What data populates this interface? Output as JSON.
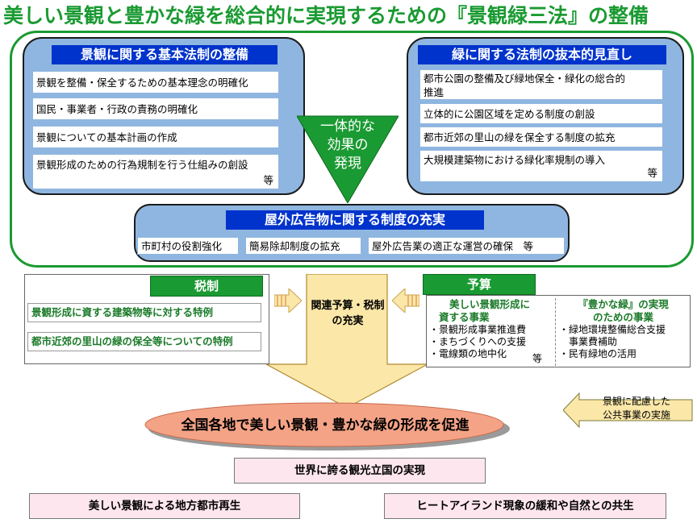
{
  "title": "美しい景観と豊かな緑を総合的に実現するための『景観緑三法』の整備",
  "left_panel": {
    "header": "景観に関する基本法制の整備",
    "items": [
      "景観を整備・保全するための基本理念の明確化",
      "国民・事業者・行政の責務の明確化",
      "景観についての基本計画の作成",
      "景観形成のための行為規制を行う仕組みの創設"
    ],
    "etc": "等"
  },
  "right_panel": {
    "header": "緑に関する法制の抜本的見直し",
    "item1_line1": "都市公園の整備及び緑地保全・緑化の総合的",
    "item1_line2": "推進",
    "item2": "立体的に公園区域を定める制度の創設",
    "item3": "都市近郊の里山の緑を保全する制度の拡充",
    "item4": "大規模建築物における緑化率規制の導入",
    "etc": "等"
  },
  "center": {
    "line1": "一体的な",
    "line2": "効果の",
    "line3": "発現"
  },
  "bottom_panel": {
    "header": "屋外広告物に関する制度の充実",
    "items": [
      "市町村の役割強化",
      "簡易除却制度の拡充",
      "屋外広告業の適正な運営の確保　等"
    ]
  },
  "tax": {
    "label": "税制",
    "items": [
      "景観形成に資する建築物等に対する特例",
      "都市近郊の里山の緑の保全等についての特例"
    ]
  },
  "middle": {
    "line1": "関連予算・税制",
    "line2": "の充実"
  },
  "budget": {
    "label": "予算",
    "left_head_line1": "美しい景観形成に",
    "left_head_line2": "資する事業",
    "left_items": [
      "・景観形成事業推進費",
      "・まちづくりへの支援",
      "・電線類の地中化"
    ],
    "left_etc": "等",
    "right_head_line1": "『豊かな緑』の実現",
    "right_head_line2": "のための事業",
    "right_items": [
      "・緑地環境整備総合支援",
      "　事業費補助",
      "・民有緑地の活用"
    ]
  },
  "side_note": {
    "line1": "景観に配慮した",
    "line2": "公共事業の実施"
  },
  "ellipse": "全国各地で美しい景観・豊かな緑の形成を促進",
  "result_top": "世界に誇る観光立国の実現",
  "result_left": "美しい景観による地方都市再生",
  "result_right": "ヒートアイランド現象の緩和や自然との共生",
  "colors": {
    "green": "#1a9a32",
    "blue_header": "#0033cc",
    "panel_blue": "#8fb6e0",
    "salmon": "#f4a386",
    "arrow_yellow": "#fbe7a8",
    "pink": "#fde6ee"
  }
}
